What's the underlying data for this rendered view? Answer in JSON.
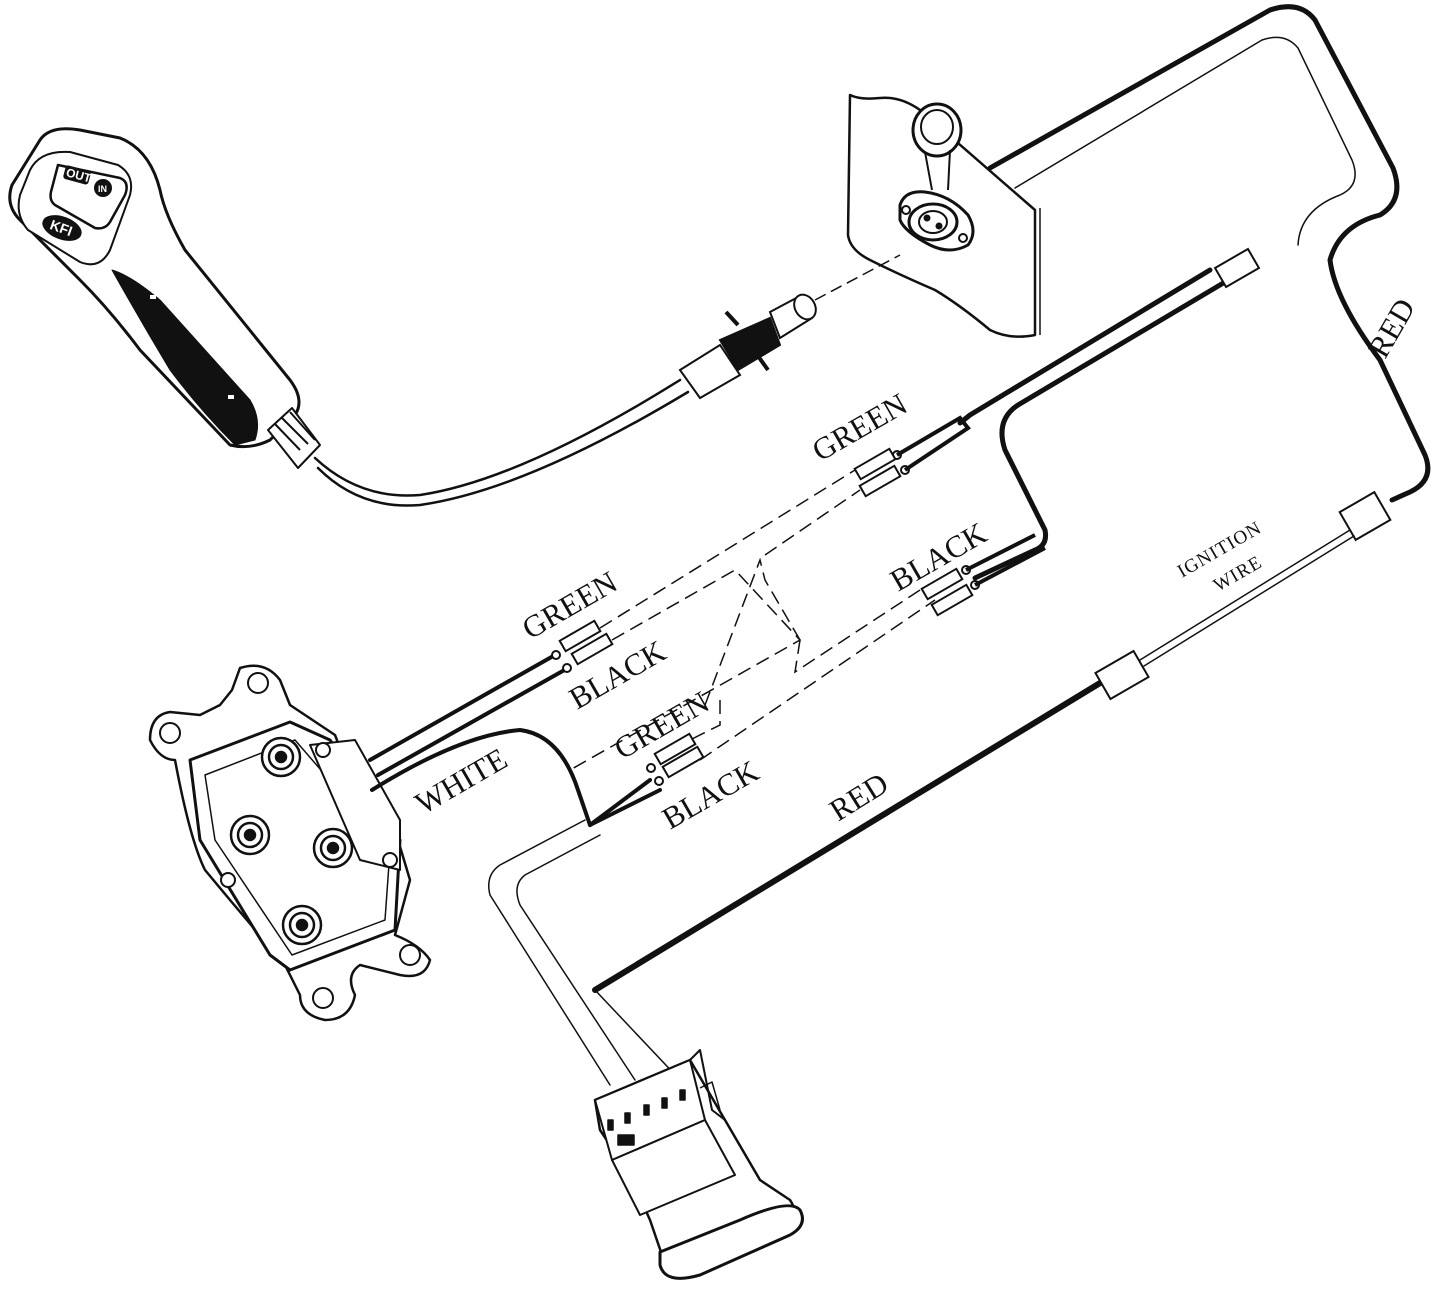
{
  "diagram": {
    "labels": {
      "red_top": "RED",
      "red_bottom": "RED",
      "green_top": "GREEN",
      "black_mid": "BLACK",
      "green_mid": "GREEN",
      "black_mid_left": "BLACK",
      "white": "WHITE",
      "green_low": "GREEN",
      "black_low": "BLACK",
      "ignition": "IGNITION",
      "wire": "WIRE"
    },
    "remote": {
      "out_label": "OUT",
      "in_label": "IN",
      "logo": "KFI"
    },
    "colors": {
      "line": "#111111",
      "background": "#ffffff"
    }
  }
}
